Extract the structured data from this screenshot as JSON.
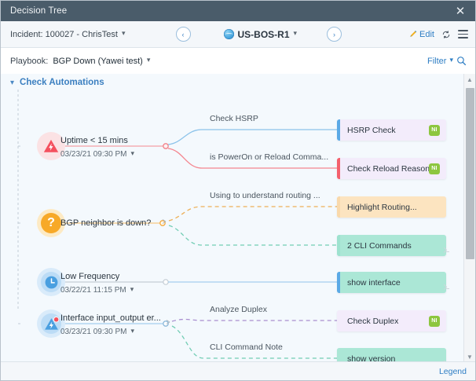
{
  "window": {
    "title": "Decision Tree",
    "close_icon": "close-icon"
  },
  "toolbar": {
    "incident_label": "Incident: 100027 - ChrisTest",
    "prev_label": "‹",
    "next_label": "›",
    "device_name": "US-BOS-R1",
    "edit_label": "Edit",
    "sync_icon": "sync-icon",
    "menu_icon": "hamburger-menu-icon"
  },
  "playbook": {
    "label": "Playbook:",
    "value": "BGP Down (Yawei test)",
    "filter_label": "Filter",
    "search_icon": "search-icon"
  },
  "canvas": {
    "group_title": "Check Automations",
    "group_caret": "⌄"
  },
  "nodes": [
    {
      "icon": "alert-triangle-icon",
      "label": "Uptime < 15 mins",
      "time": "03/23/21 09:30 PM"
    },
    {
      "icon": "question-mark-icon",
      "label": "BGP neighbor is down?",
      "time": ""
    },
    {
      "icon": "clock-icon",
      "label": "Low Frequency",
      "time": "03/22/21 11:15 PM"
    },
    {
      "icon": "alert-triangle-badge-icon",
      "label": "Interface input_output er...",
      "time": "03/23/21 09:30 PM"
    }
  ],
  "edge_labels": [
    "Check HSRP",
    "is PowerOn or Reload Comma...",
    "Using to understand routing ...",
    "Analyze Duplex",
    "CLI Command Note"
  ],
  "cards": [
    {
      "text": "HSRP Check",
      "badge": "NI",
      "badge_type": "ni",
      "bar_color": "#5aa9e6",
      "bg": "#f3ecfb"
    },
    {
      "text": "Check Reload Reason",
      "badge": "NI",
      "badge_type": "ni",
      "bar_color": "#f4606c",
      "bg": "#f3ecfb"
    },
    {
      "text": "Highlight Routing...",
      "badge": "",
      "badge_type": "doc",
      "bar_color": "#f9d9ab",
      "bg": "#fce4c0"
    },
    {
      "text": "2 CLI Commands",
      "badge": "",
      "badge_type": "term",
      "bar_color": "#9de2cf",
      "bg": "#abe7d6"
    },
    {
      "text": "show interface",
      "badge": "",
      "badge_type": "term",
      "bar_color": "#5aa9e6",
      "bg": "#abe7d6"
    },
    {
      "text": "Check Duplex",
      "badge": "NI",
      "badge_type": "ni",
      "bar_color": "#f3ecfb",
      "bg": "#f3ecfb"
    },
    {
      "text": "show version",
      "badge": "",
      "badge_type": "term",
      "bar_color": "#abe7d6",
      "bg": "#abe7d6"
    }
  ],
  "scrollbar": {
    "up_arrow": "▲",
    "down_arrow": "▼"
  },
  "footer": {
    "legend_label": "Legend"
  },
  "colors": {
    "accent": "#2e7ec4",
    "titlebar": "#4a5c6a",
    "canvas_bg": "#f4f9fd",
    "badge_green": "#8dc63f"
  }
}
